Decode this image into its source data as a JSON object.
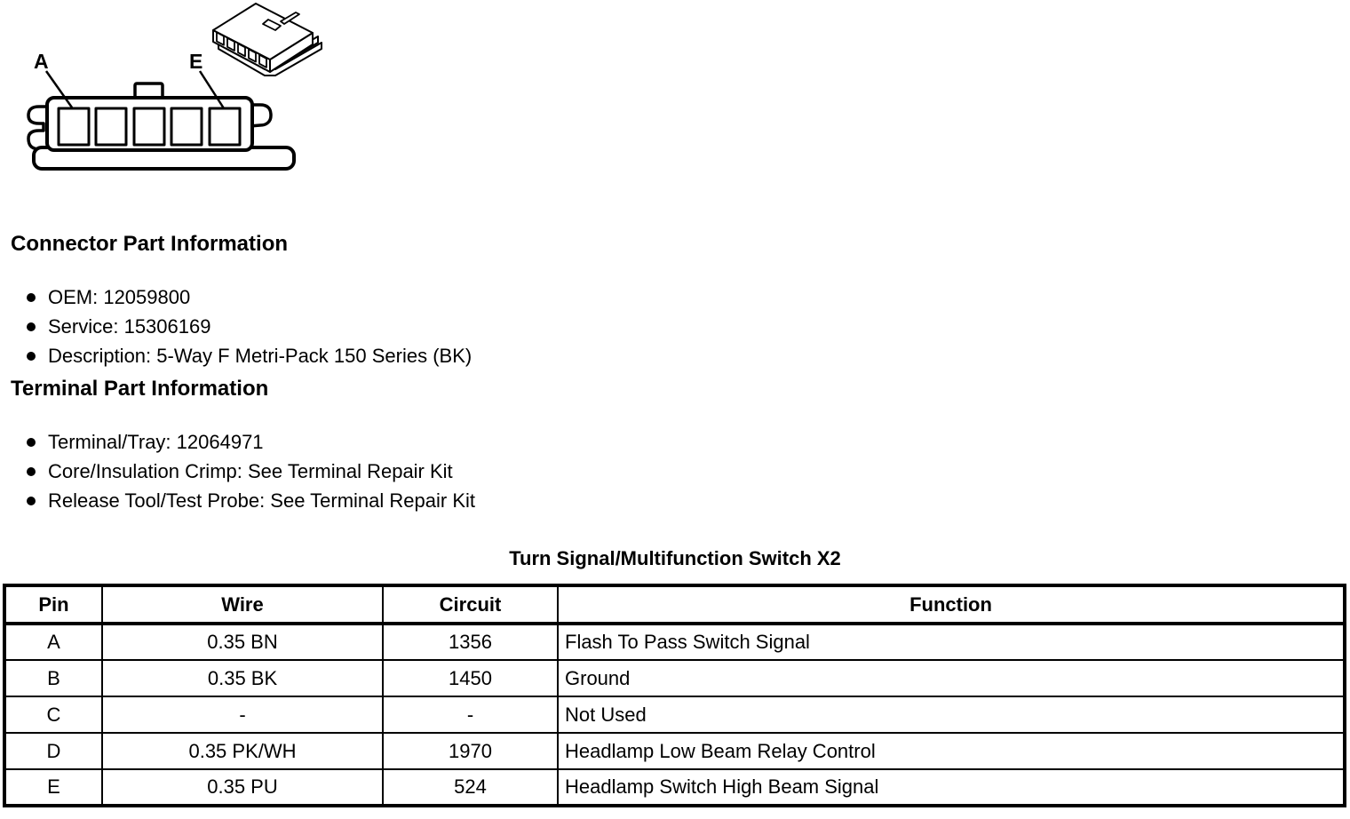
{
  "colors": {
    "ink": "#000000",
    "paper": "#ffffff"
  },
  "diagram": {
    "pin_labels": [
      "A",
      "E"
    ],
    "cavity_count": 5
  },
  "sections": [
    {
      "heading": "Connector Part Information",
      "items": [
        "OEM: 12059800",
        "Service: 15306169",
        "Description: 5-Way F Metri-Pack 150 Series (BK)"
      ]
    },
    {
      "heading": "Terminal Part Information",
      "items": [
        "Terminal/Tray: 12064971",
        "Core/Insulation Crimp: See Terminal Repair Kit",
        "Release Tool/Test Probe: See Terminal Repair Kit"
      ]
    }
  ],
  "table": {
    "title": "Turn Signal/Multifunction Switch X2",
    "headers": [
      "Pin",
      "Wire",
      "Circuit",
      "Function"
    ],
    "rows": [
      {
        "pin": "A",
        "wire": "0.35 BN",
        "circuit": "1356",
        "function": "Flash To Pass Switch Signal"
      },
      {
        "pin": "B",
        "wire": "0.35 BK",
        "circuit": "1450",
        "function": "Ground"
      },
      {
        "pin": "C",
        "wire": "-",
        "circuit": "-",
        "function": "Not Used"
      },
      {
        "pin": "D",
        "wire": "0.35 PK/WH",
        "circuit": "1970",
        "function": "Headlamp Low Beam Relay Control"
      },
      {
        "pin": "E",
        "wire": "0.35 PU",
        "circuit": "524",
        "function": "Headlamp Switch High Beam Signal"
      }
    ]
  }
}
